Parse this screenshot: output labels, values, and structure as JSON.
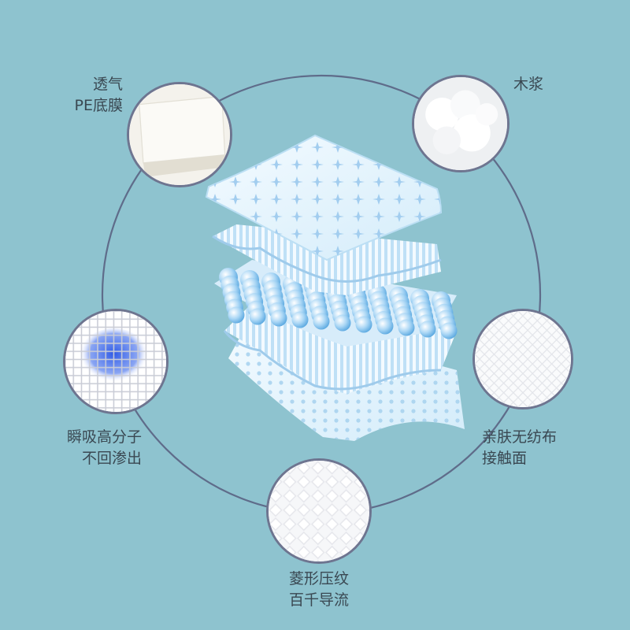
{
  "background_color": "#8ec3cf",
  "ring_color": "#5f6c8a",
  "layers": {
    "top_sheet_icon": "perforated-top-sheet-icon",
    "wave_layer_icon": "wave-diversion-layer-icon",
    "bead_layer_icon": "polymer-bead-layer-icon",
    "pulp_layer_icon": "wood-pulp-layer-icon",
    "base_film_icon": "dotted-base-film-icon",
    "layer_color": "#cfe8f8",
    "accent_color": "#6bb3e6"
  },
  "callouts": {
    "pe_film": {
      "line1": "透气",
      "line2": "PE底膜",
      "icon": "pe-film-texture-icon"
    },
    "wood_pulp": {
      "line1": "木浆",
      "icon": "wood-pulp-texture-icon"
    },
    "polymer": {
      "line1": "瞬吸高分子",
      "line2": "不回渗出",
      "icon": "polymer-mesh-texture-icon",
      "color": "#3c63e0"
    },
    "nonwoven": {
      "line1": "亲肤无纺布",
      "line2": "接触面",
      "icon": "nonwoven-texture-icon"
    },
    "diamond_emboss": {
      "line1": "菱形压纹",
      "line2": "百千导流",
      "icon": "diamond-emboss-texture-icon"
    }
  }
}
